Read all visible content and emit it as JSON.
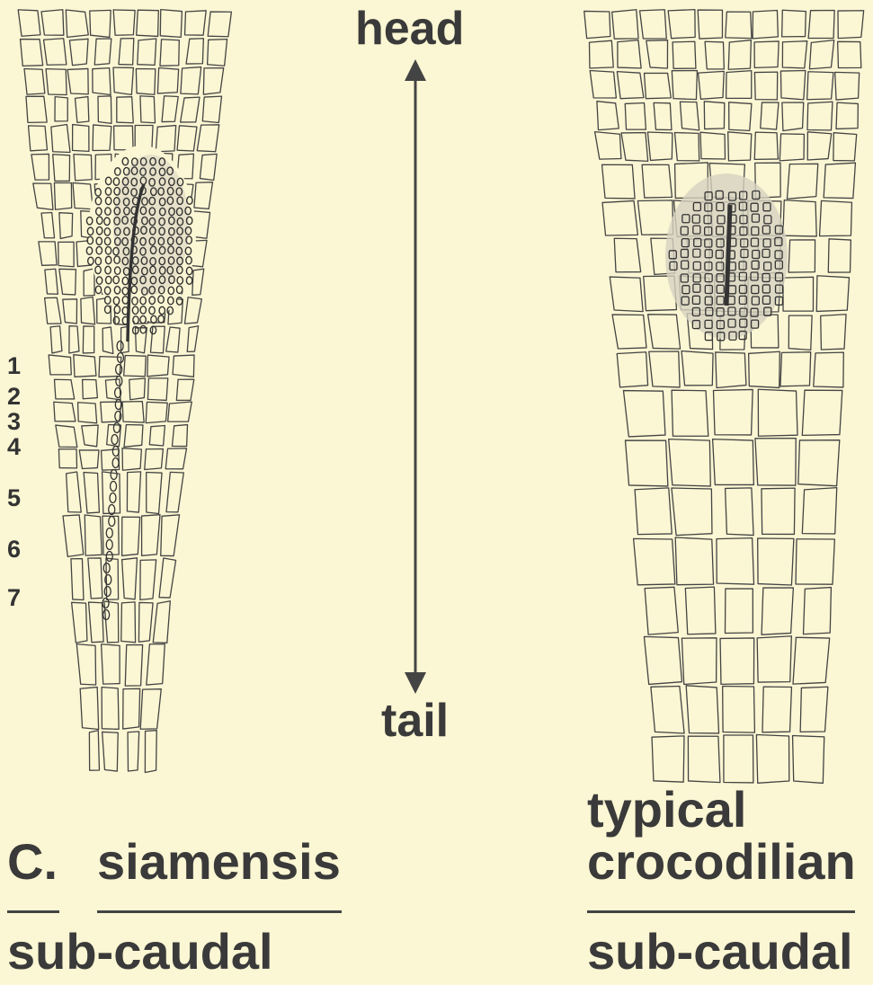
{
  "direction": {
    "head": "head",
    "tail": "tail"
  },
  "scale_numbers": [
    "1",
    "2",
    "3",
    "4",
    "5",
    "6",
    "7"
  ],
  "left_panel": {
    "genus": "C.",
    "species": "siamensis",
    "region": "sub-caudal"
  },
  "right_panel": {
    "name_line1": "typical",
    "name_line2": "crocodilian",
    "region": "sub-caudal"
  },
  "colors": {
    "background": "#fbf6d3",
    "ink": "#3a3a3a",
    "gland_shade": "#b9b6a8"
  }
}
